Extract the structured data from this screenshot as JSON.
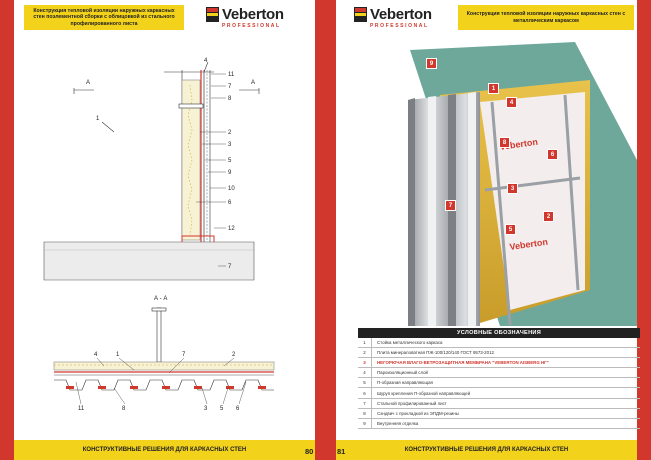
{
  "left_page": {
    "header": "Конструкция тепловой изоляции наружных каркасных стен поэлементной сборки с облицовкой из стального профилированного листа",
    "logo_text": "Veberton",
    "logo_sub": "PROFESSIONAL",
    "footer": "КОНСТРУКТИВНЫЕ РЕШЕНИЯ ДЛЯ КАРКАСНЫХ СТЕН",
    "page_number": "80",
    "section_marker": "А",
    "section_title": "А - А",
    "callouts": [
      "1",
      "4",
      "11",
      "7",
      "8",
      "2",
      "3",
      "5",
      "9",
      "10",
      "6",
      "12",
      "7"
    ],
    "section_callouts_top": [
      "4",
      "1",
      "7",
      "2"
    ],
    "section_callouts_bottom": [
      "11",
      "8",
      "3",
      "5",
      "6"
    ]
  },
  "right_page": {
    "header": "Конструкция тепловой изоляции наружных каркасных стен с металлическим каркасом",
    "logo_text": "Veberton",
    "logo_sub": "PROFESSIONAL",
    "footer": "КОНСТРУКТИВНЫЕ РЕШЕНИЯ ДЛЯ КАРКАСНЫХ СТЕН",
    "page_number": "81",
    "badges": [
      "9",
      "1",
      "4",
      "8",
      "6",
      "3",
      "7",
      "2",
      "5"
    ],
    "membrane_text": "Veberton"
  },
  "legend": {
    "title": "УСЛОВНЫЕ ОБОЗНАЧЕНИЯ",
    "rows": [
      {
        "num": "1",
        "text": "Стойка металлического каркаса"
      },
      {
        "num": "2",
        "text": "Плита минераловатная ПЖ-100/120/140 ГОСТ 9573-2012"
      },
      {
        "num": "3",
        "text": "НЕГОРЮЧАЯ ВЛАГО-ВЕТРОЗАЩИТНАЯ МЕМБРАНА \"VEBERTON AISBERG НГ\""
      },
      {
        "num": "4",
        "text": "Пароизоляционный слой"
      },
      {
        "num": "5",
        "text": "П-образная направляющая"
      },
      {
        "num": "6",
        "text": "Шуруп крепления П-образной направляющей"
      },
      {
        "num": "7",
        "text": "Стальной профилированный лист"
      },
      {
        "num": "8",
        "text": "Сэндвич с прокладкой из ЭПДМ-резины"
      },
      {
        "num": "9",
        "text": "Внутренняя отделка"
      }
    ]
  },
  "colors": {
    "accent_red": "#d2372e",
    "accent_yellow": "#f3d21b",
    "dark": "#222222"
  }
}
